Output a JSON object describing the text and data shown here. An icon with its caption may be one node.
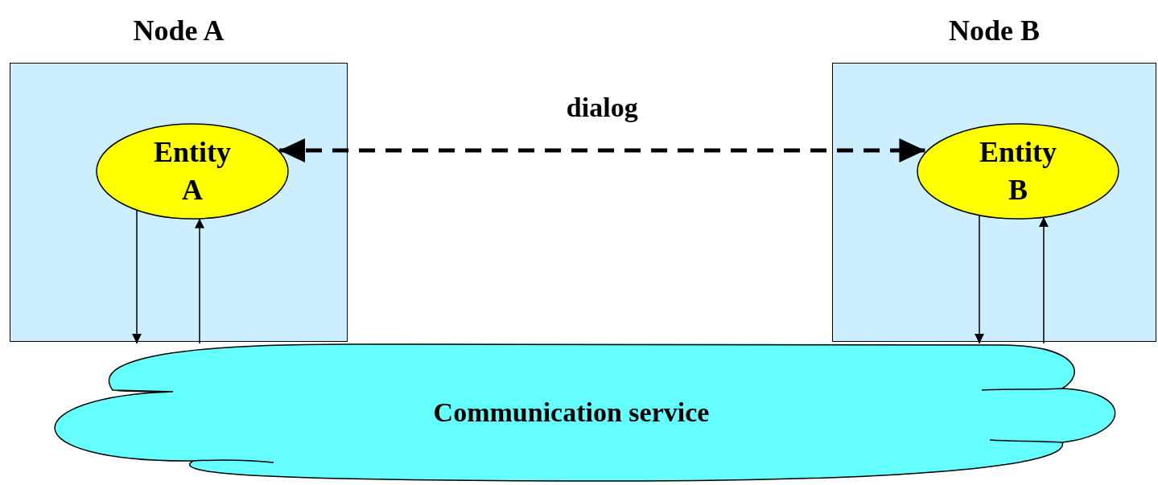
{
  "diagram": {
    "nodes": [
      {
        "text": [
          "Node A"
        ]
      },
      {
        "text": [
          "Entity A"
        ],
        "in": 0
      },
      {
        "text": [
          "Node B"
        ]
      },
      {
        "text": [
          "Entity B"
        ],
        "in": 2
      },
      {
        "text": [
          "Communication service"
        ]
      }
    ],
    "edges": [
      {
        "from": 1,
        "to": 3,
        "arrow": "both",
        "label": "dialog",
        "style": "dashed"
      },
      {
        "from": 1,
        "to": 4,
        "arrow": "to"
      },
      {
        "from": 4,
        "to": 1,
        "arrow": "to"
      },
      {
        "from": 3,
        "to": 4,
        "arrow": "to"
      },
      {
        "from": 4,
        "to": 3,
        "arrow": "to"
      }
    ]
  }
}
